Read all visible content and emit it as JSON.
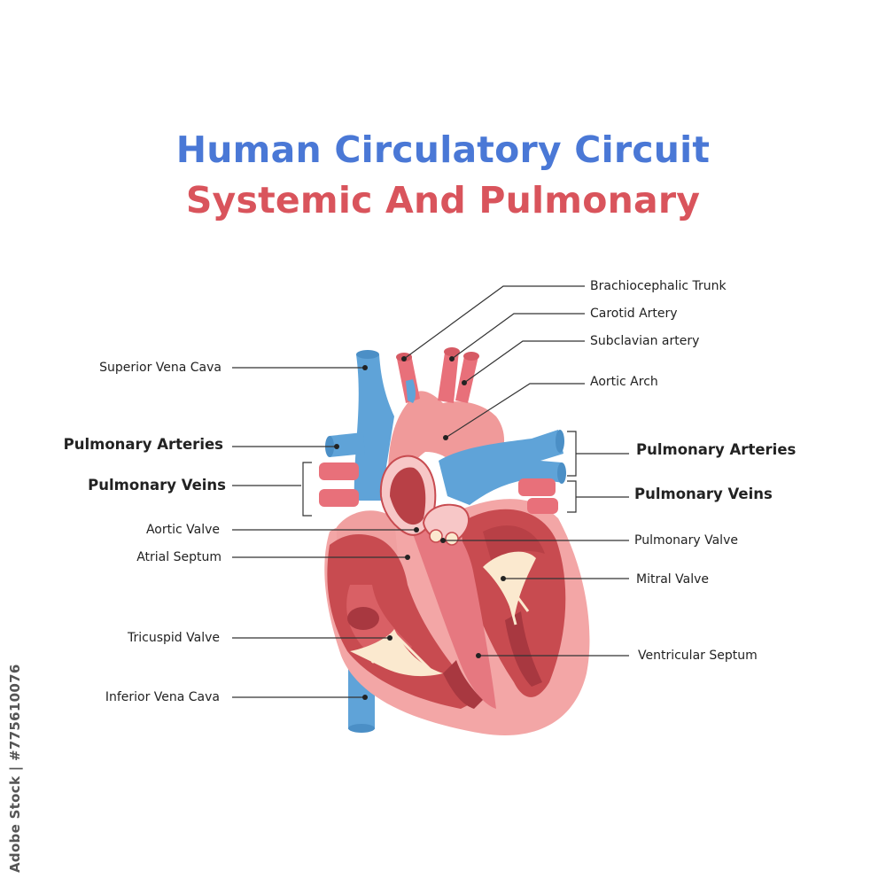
{
  "title": {
    "line1": "Human Circulatory Circuit",
    "line2": "Systemic And Pulmonary"
  },
  "colors": {
    "title_blue": "#4a78d6",
    "title_red": "#d9545c",
    "vein_blue": "#5fa3d8",
    "artery_red": "#e8707a",
    "heart_pink": "#f3a6a6",
    "chamber_red": "#c84b50",
    "valve_cream": "#fbe9cf"
  },
  "labels": {
    "brachiocephalic_trunk": "Brachiocephalic Trunk",
    "carotid_artery": "Carotid Artery",
    "subclavian_artery": "Subclavian artery",
    "aortic_arch": "Aortic Arch",
    "superior_vena_cava": "Superior Vena Cava",
    "pulmonary_arteries_left": "Pulmonary Arteries",
    "pulmonary_veins_left": "Pulmonary Veins",
    "pulmonary_arteries_right": "Pulmonary Arteries",
    "pulmonary_veins_right": "Pulmonary Veins",
    "aortic_valve": "Aortic Valve",
    "atrial_septum": "Atrial Septum",
    "pulmonary_valve": "Pulmonary Valve",
    "mitral_valve": "Mitral Valve",
    "tricuspid_valve": "Tricuspid Valve",
    "ventricular_septum": "Ventricular Septum",
    "inferior_vena_cava": "Inferior Vena Cava"
  },
  "watermark": "Adobe Stock | #775610076"
}
